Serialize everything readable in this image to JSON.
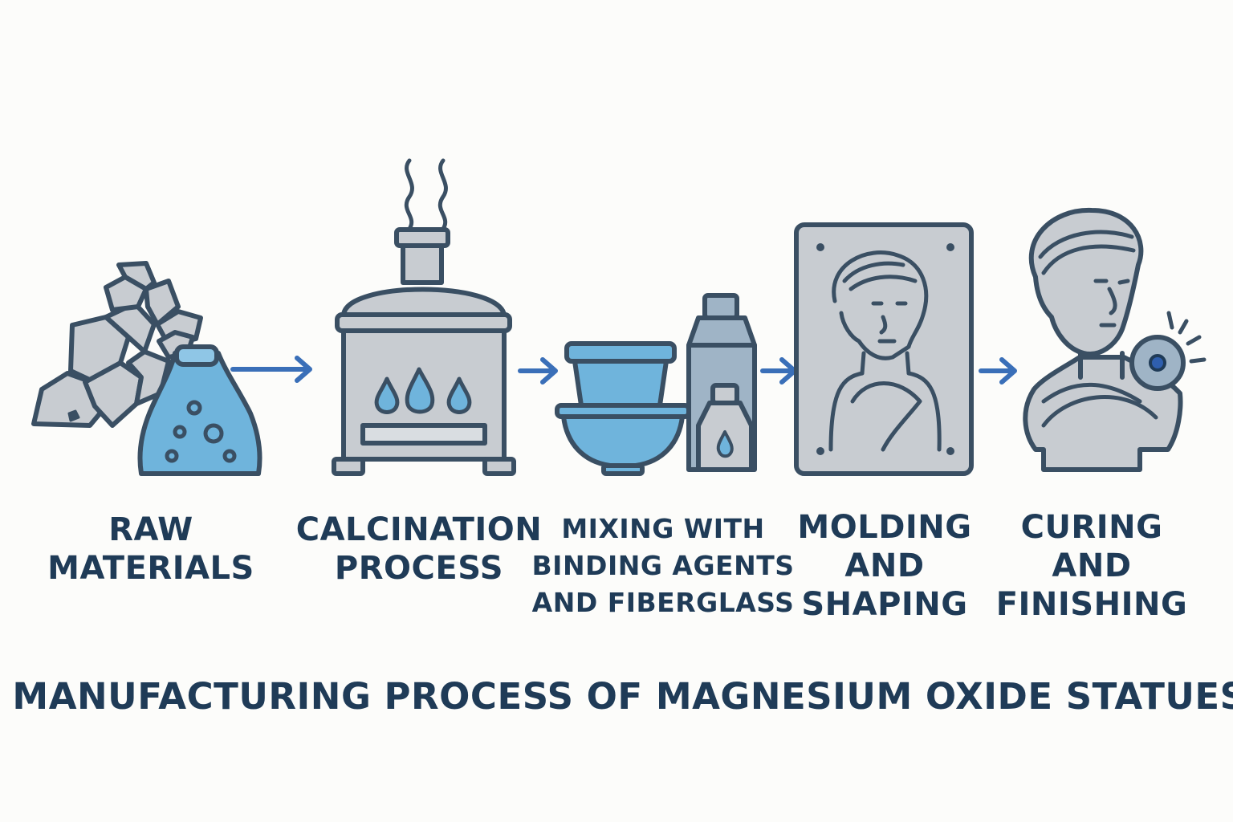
{
  "diagram": {
    "title": "MANUFACTURING PROCESS OF MAGNESIUM OXIDE STATUES",
    "colors": {
      "outline": "#3a4f63",
      "arrow": "#3a6fb8",
      "gray_fill": "#c8ccd1",
      "blue_fill": "#6fb4dc",
      "text": "#1f3b57"
    },
    "steps": [
      {
        "lines": [
          "RAW",
          "MATERIALS"
        ],
        "icon": "rock-pile-and-powder-bag-icon"
      },
      {
        "lines": [
          "CALCINATION",
          "PROCESS"
        ],
        "icon": "kiln-furnace-icon"
      },
      {
        "lines": [
          "MIXING WITH",
          "BINDING AGENTS",
          "AND FIBERGLASS"
        ],
        "icon": "mixing-bowls-and-bottles-icon"
      },
      {
        "lines": [
          "MOLDING",
          "AND",
          "SHAPING"
        ],
        "icon": "statue-mold-panel-icon"
      },
      {
        "lines": [
          "CURING",
          "AND",
          "FINISHING"
        ],
        "icon": "finished-bust-icon"
      }
    ],
    "connector_icon": "right-arrow-icon"
  }
}
